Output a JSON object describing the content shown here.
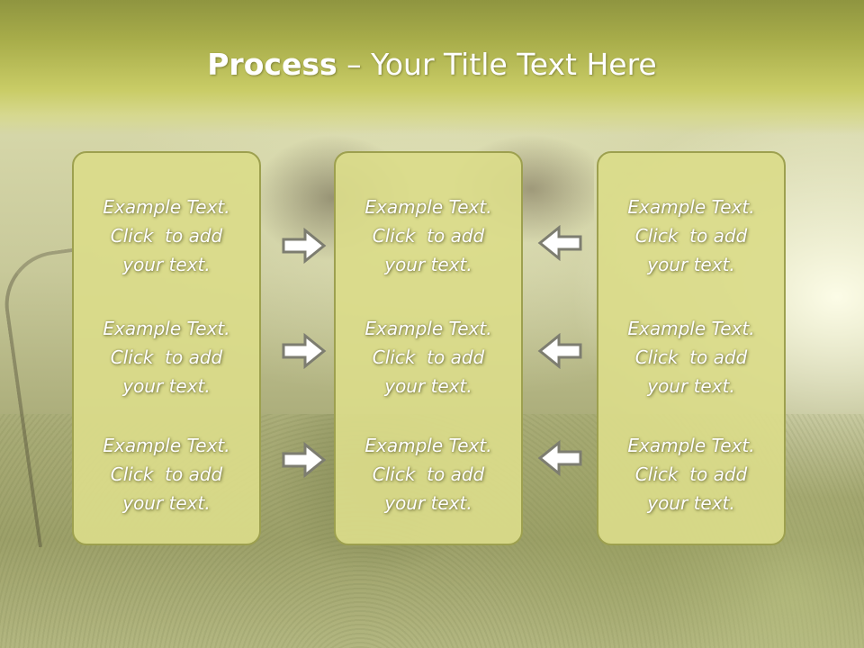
{
  "title": {
    "strong": "Process",
    "rest": " – Your Title Text Here"
  },
  "columns": [
    {
      "items": [
        {
          "line1": "Example Text.",
          "line2": "Click  to add",
          "line3": "your text."
        },
        {
          "line1": "Example Text.",
          "line2": "Click  to add",
          "line3": "your text."
        },
        {
          "line1": "Example Text.",
          "line2": "Click  to add",
          "line3": "your text."
        }
      ]
    },
    {
      "items": [
        {
          "line1": "Example Text.",
          "line2": "Click  to add",
          "line3": "your text."
        },
        {
          "line1": "Example Text.",
          "line2": "Click  to add",
          "line3": "your text."
        },
        {
          "line1": "Example Text.",
          "line2": "Click  to add",
          "line3": "your text."
        }
      ]
    },
    {
      "items": [
        {
          "line1": "Example Text.",
          "line2": "Click  to add",
          "line3": "your text."
        },
        {
          "line1": "Example Text.",
          "line2": "Click  to add",
          "line3": "your text."
        },
        {
          "line1": "Example Text.",
          "line2": "Click  to add",
          "line3": "your text."
        }
      ]
    }
  ],
  "arrows": {
    "left_group": "right-arrow-icon",
    "right_group": "left-arrow-icon",
    "fill": "#ffffff",
    "stroke": "#7d7d70"
  },
  "colors": {
    "title_band": "#a8ad4a",
    "panel_fill": "#dadc8a",
    "panel_border": "#9da04f",
    "text": "#ffffff"
  }
}
